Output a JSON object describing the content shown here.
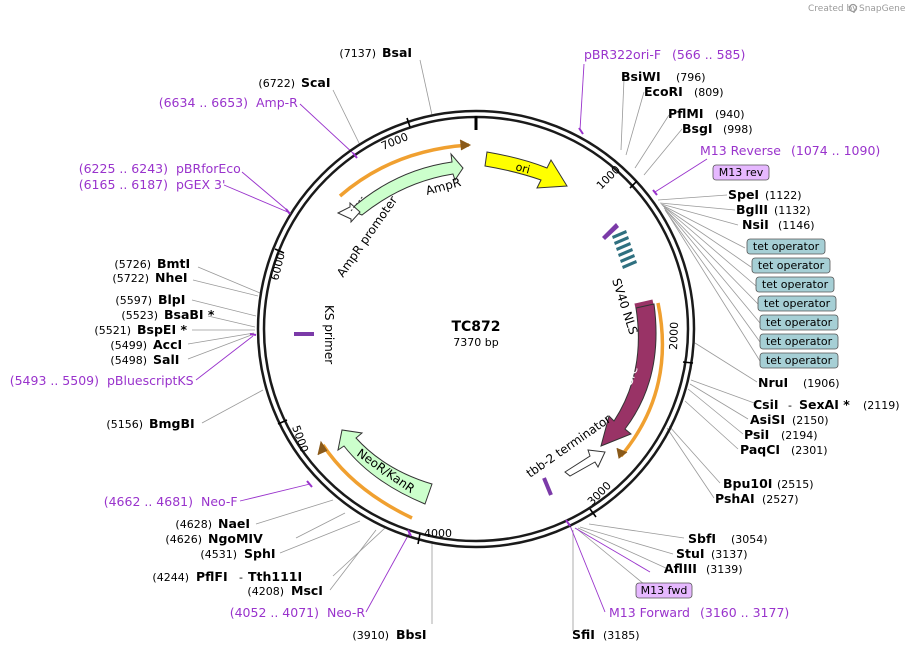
{
  "credit": {
    "text": "Created by",
    "brand": "SnapGene"
  },
  "plasmid": {
    "name": "TC872",
    "length_label": "7370 bp",
    "length": 7370
  },
  "ticks": [
    "1000",
    "2000",
    "3000",
    "4000",
    "5000",
    "6000",
    "7000"
  ],
  "features": {
    "ori": "ori",
    "ampr": "AmpR",
    "ampr_promoter": "AmpR promoter",
    "cre": "Cre",
    "sv40": "SV40 NLS",
    "tbb2": "tbb-2 terminator",
    "neor": "NeoR/KanR",
    "ks": "KS primer"
  },
  "sites_left": [
    {
      "pos": "(7137)",
      "name": "BsaI"
    },
    {
      "pos": "(6722)",
      "name": "ScaI"
    },
    {
      "pos": "(5726)",
      "name": "BmtI"
    },
    {
      "pos": "(5722)",
      "name": "NheI"
    },
    {
      "pos": "(5597)",
      "name": "BlpI"
    },
    {
      "pos": "(5523)",
      "name": "BsaBI *"
    },
    {
      "pos": "(5521)",
      "name": "BspEI *"
    },
    {
      "pos": "(5499)",
      "name": "AccI"
    },
    {
      "pos": "(5498)",
      "name": "SalI"
    },
    {
      "pos": "(5156)",
      "name": "BmgBI"
    },
    {
      "pos": "(4628)",
      "name": "NaeI"
    },
    {
      "pos": "(4626)",
      "name": "NgoMIV"
    },
    {
      "pos": "(4531)",
      "name": "SphI"
    },
    {
      "pos": "(4244)",
      "name": "PflFI",
      "alt": "Tth111I"
    },
    {
      "pos": "(4208)",
      "name": "MscI"
    },
    {
      "pos": "(3910)",
      "name": "BbsI"
    }
  ],
  "sites_right": [
    {
      "name": "BsiWI",
      "pos": "(796)"
    },
    {
      "name": "EcoRI",
      "pos": "(809)"
    },
    {
      "name": "PflMI",
      "pos": "(940)"
    },
    {
      "name": "BsgI",
      "pos": "(998)"
    },
    {
      "name": "SpeI",
      "pos": "(1122)"
    },
    {
      "name": "BglII",
      "pos": "(1132)"
    },
    {
      "name": "NsiI",
      "pos": "(1146)"
    },
    {
      "name": "NruI",
      "pos": "(1906)"
    },
    {
      "name": "CsiI",
      "alt": "SexAI *",
      "pos": "(2119)"
    },
    {
      "name": "AsiSI",
      "pos": "(2150)"
    },
    {
      "name": "PsiI",
      "pos": "(2194)"
    },
    {
      "name": "PaqCI",
      "pos": "(2301)"
    },
    {
      "name": "Bpu10I",
      "pos": "(2515)"
    },
    {
      "name": "PshAI",
      "pos": "(2527)"
    },
    {
      "name": "SbfI",
      "pos": "(3054)"
    },
    {
      "name": "StuI",
      "pos": "(3137)"
    },
    {
      "name": "AflIII",
      "pos": "(3139)"
    },
    {
      "name": "SfiI",
      "pos": "(3185)"
    }
  ],
  "primers": [
    {
      "range": "(566 .. 585)",
      "name": "pBR322ori-F"
    },
    {
      "range": "(1074 .. 1090)",
      "name": "M13 Reverse"
    },
    {
      "range": "(3160 .. 3177)",
      "name": "M13 Forward"
    },
    {
      "range": "(6634 .. 6653)",
      "name": "Amp-R"
    },
    {
      "range": "(6225 .. 6243)",
      "name": "pBRforEco"
    },
    {
      "range": "(6165 .. 6187)",
      "name": "pGEX 3'"
    },
    {
      "range": "(5493 .. 5509)",
      "name": "pBluescriptKS"
    },
    {
      "range": "(4662 .. 4681)",
      "name": "Neo-F"
    },
    {
      "range": "(4052 .. 4071)",
      "name": "Neo-R"
    }
  ],
  "boxes": {
    "m13rev": "M13 rev",
    "m13fwd": "M13 fwd",
    "tet": [
      "tet operator",
      "tet operator",
      "tet operator",
      "tet operator",
      "tet operator",
      "tet operator",
      "tet operator"
    ]
  },
  "colors": {
    "backbone": "#1a1a1a",
    "ori": "#ffff00",
    "ampr": "#ccffcc",
    "cre": "#993366",
    "orange": "#f0a030",
    "primer": "#9933cc",
    "tet": "#a6cfd5",
    "m13box": "#e6b8ff"
  }
}
